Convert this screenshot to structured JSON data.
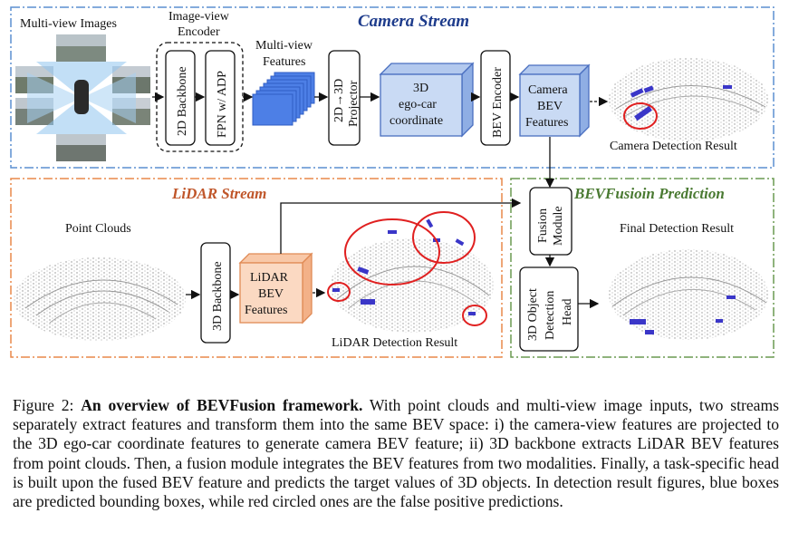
{
  "figure": {
    "camera_stream": {
      "title": "Camera Stream",
      "multi_view_images": "Multi-view Images",
      "encoder_title_1": "Image-view",
      "encoder_title_2": "Encoder",
      "backbone_2d": "2D Backbone",
      "fpn": "FPN w/ ADP",
      "features_1": "Multi-view",
      "features_2": "Features",
      "projector_1": "2D→3D",
      "projector_2": "Projector",
      "egocar_1": "3D",
      "egocar_2": "ego-car",
      "egocar_3": "coordinate",
      "bev_encoder": "BEV Encoder",
      "camera_bev_1": "Camera",
      "camera_bev_2": "BEV",
      "camera_bev_3": "Features",
      "result": "Camera Detection Result"
    },
    "lidar_stream": {
      "title": "LiDAR Stream",
      "point_clouds": "Point Clouds",
      "backbone_3d": "3D Backbone",
      "lidar_bev_1": "LiDAR",
      "lidar_bev_2": "BEV",
      "lidar_bev_3": "Features",
      "result": "LiDAR Detection Result"
    },
    "fusion": {
      "title": "BEVFusioin Prediction",
      "fusion_module_1": "Fusion",
      "fusion_module_2": "Module",
      "head_1": "3D Object",
      "head_2": "Detection",
      "head_3": "Head",
      "result": "Final Detection Result"
    },
    "colors": {
      "camera_dash": "#5b8fd0",
      "lidar_dash": "#e8894a",
      "fusion_dash": "#6a9a50",
      "box_blue_fill": "#c9daf4",
      "box_blue_stroke": "#4a6fc0",
      "box_orange_fill": "#fbd9c2",
      "box_orange_stroke": "#e08a55",
      "false_positive": "#e02020",
      "predicted_box": "#3a36c8"
    }
  },
  "caption": {
    "prefix": "Figure 2: ",
    "bold": "An overview of BEVFusion framework.",
    "body": " With point clouds and multi-view image inputs, two streams separately extract features and transform them into the same BEV space: i) the camera-view features are projected to the 3D ego-car coordinate features to generate camera BEV feature; ii) 3D backbone extracts LiDAR BEV features from point clouds. Then, a fusion module integrates the BEV features from two modalities. Finally, a task-specific head is built upon the fused BEV feature and predicts the target values of 3D objects. In detection result figures, blue boxes are predicted bounding boxes, while red circled ones are the false positive predictions."
  }
}
